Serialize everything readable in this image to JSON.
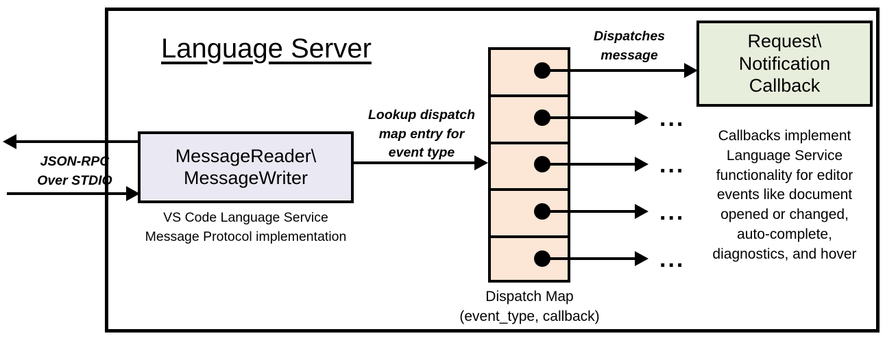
{
  "diagram": {
    "container_title": "Language Server",
    "colors": {
      "message_box_fill": "#eae8f2",
      "dispatch_map_fill": "#fce6d6",
      "callback_box_fill": "#e8eedc",
      "stroke": "#000000",
      "background": "#ffffff"
    },
    "transport_label": {
      "line1": "JSON-RPC",
      "line2": "Over STDIO"
    },
    "message_box": {
      "line1": "MessageReader\\",
      "line2": "MessageWriter",
      "caption_line1": "VS Code Language Service",
      "caption_line2": "Message Protocol implementation"
    },
    "lookup_label": {
      "line1": "Lookup dispatch",
      "line2": "map entry for",
      "line3": "event type"
    },
    "dispatch_map": {
      "caption_line1": "Dispatch Map",
      "caption_line2": "(event_type, callback)",
      "row_count": 5,
      "rows": [
        {
          "index": 0,
          "has_dot": true,
          "arrow_target": "callback-box",
          "ellipsis": ""
        },
        {
          "index": 1,
          "has_dot": true,
          "arrow_target": "ellipsis",
          "ellipsis": "..."
        },
        {
          "index": 2,
          "has_dot": true,
          "arrow_target": "ellipsis",
          "ellipsis": "..."
        },
        {
          "index": 3,
          "has_dot": true,
          "arrow_target": "ellipsis",
          "ellipsis": "..."
        },
        {
          "index": 4,
          "has_dot": true,
          "arrow_target": "ellipsis",
          "ellipsis": "..."
        }
      ]
    },
    "dispatch_label": {
      "line1": "Dispatches",
      "line2": "message"
    },
    "callback_box": {
      "line1": "Request\\",
      "line2": "Notification",
      "line3": "Callback",
      "caption_line1": "Callbacks implement",
      "caption_line2": "Language Service",
      "caption_line3": "functionality for editor",
      "caption_line4": "events like document",
      "caption_line5": "opened or changed,",
      "caption_line6": "auto-complete,",
      "caption_line7": "diagnostics, and hover"
    }
  }
}
